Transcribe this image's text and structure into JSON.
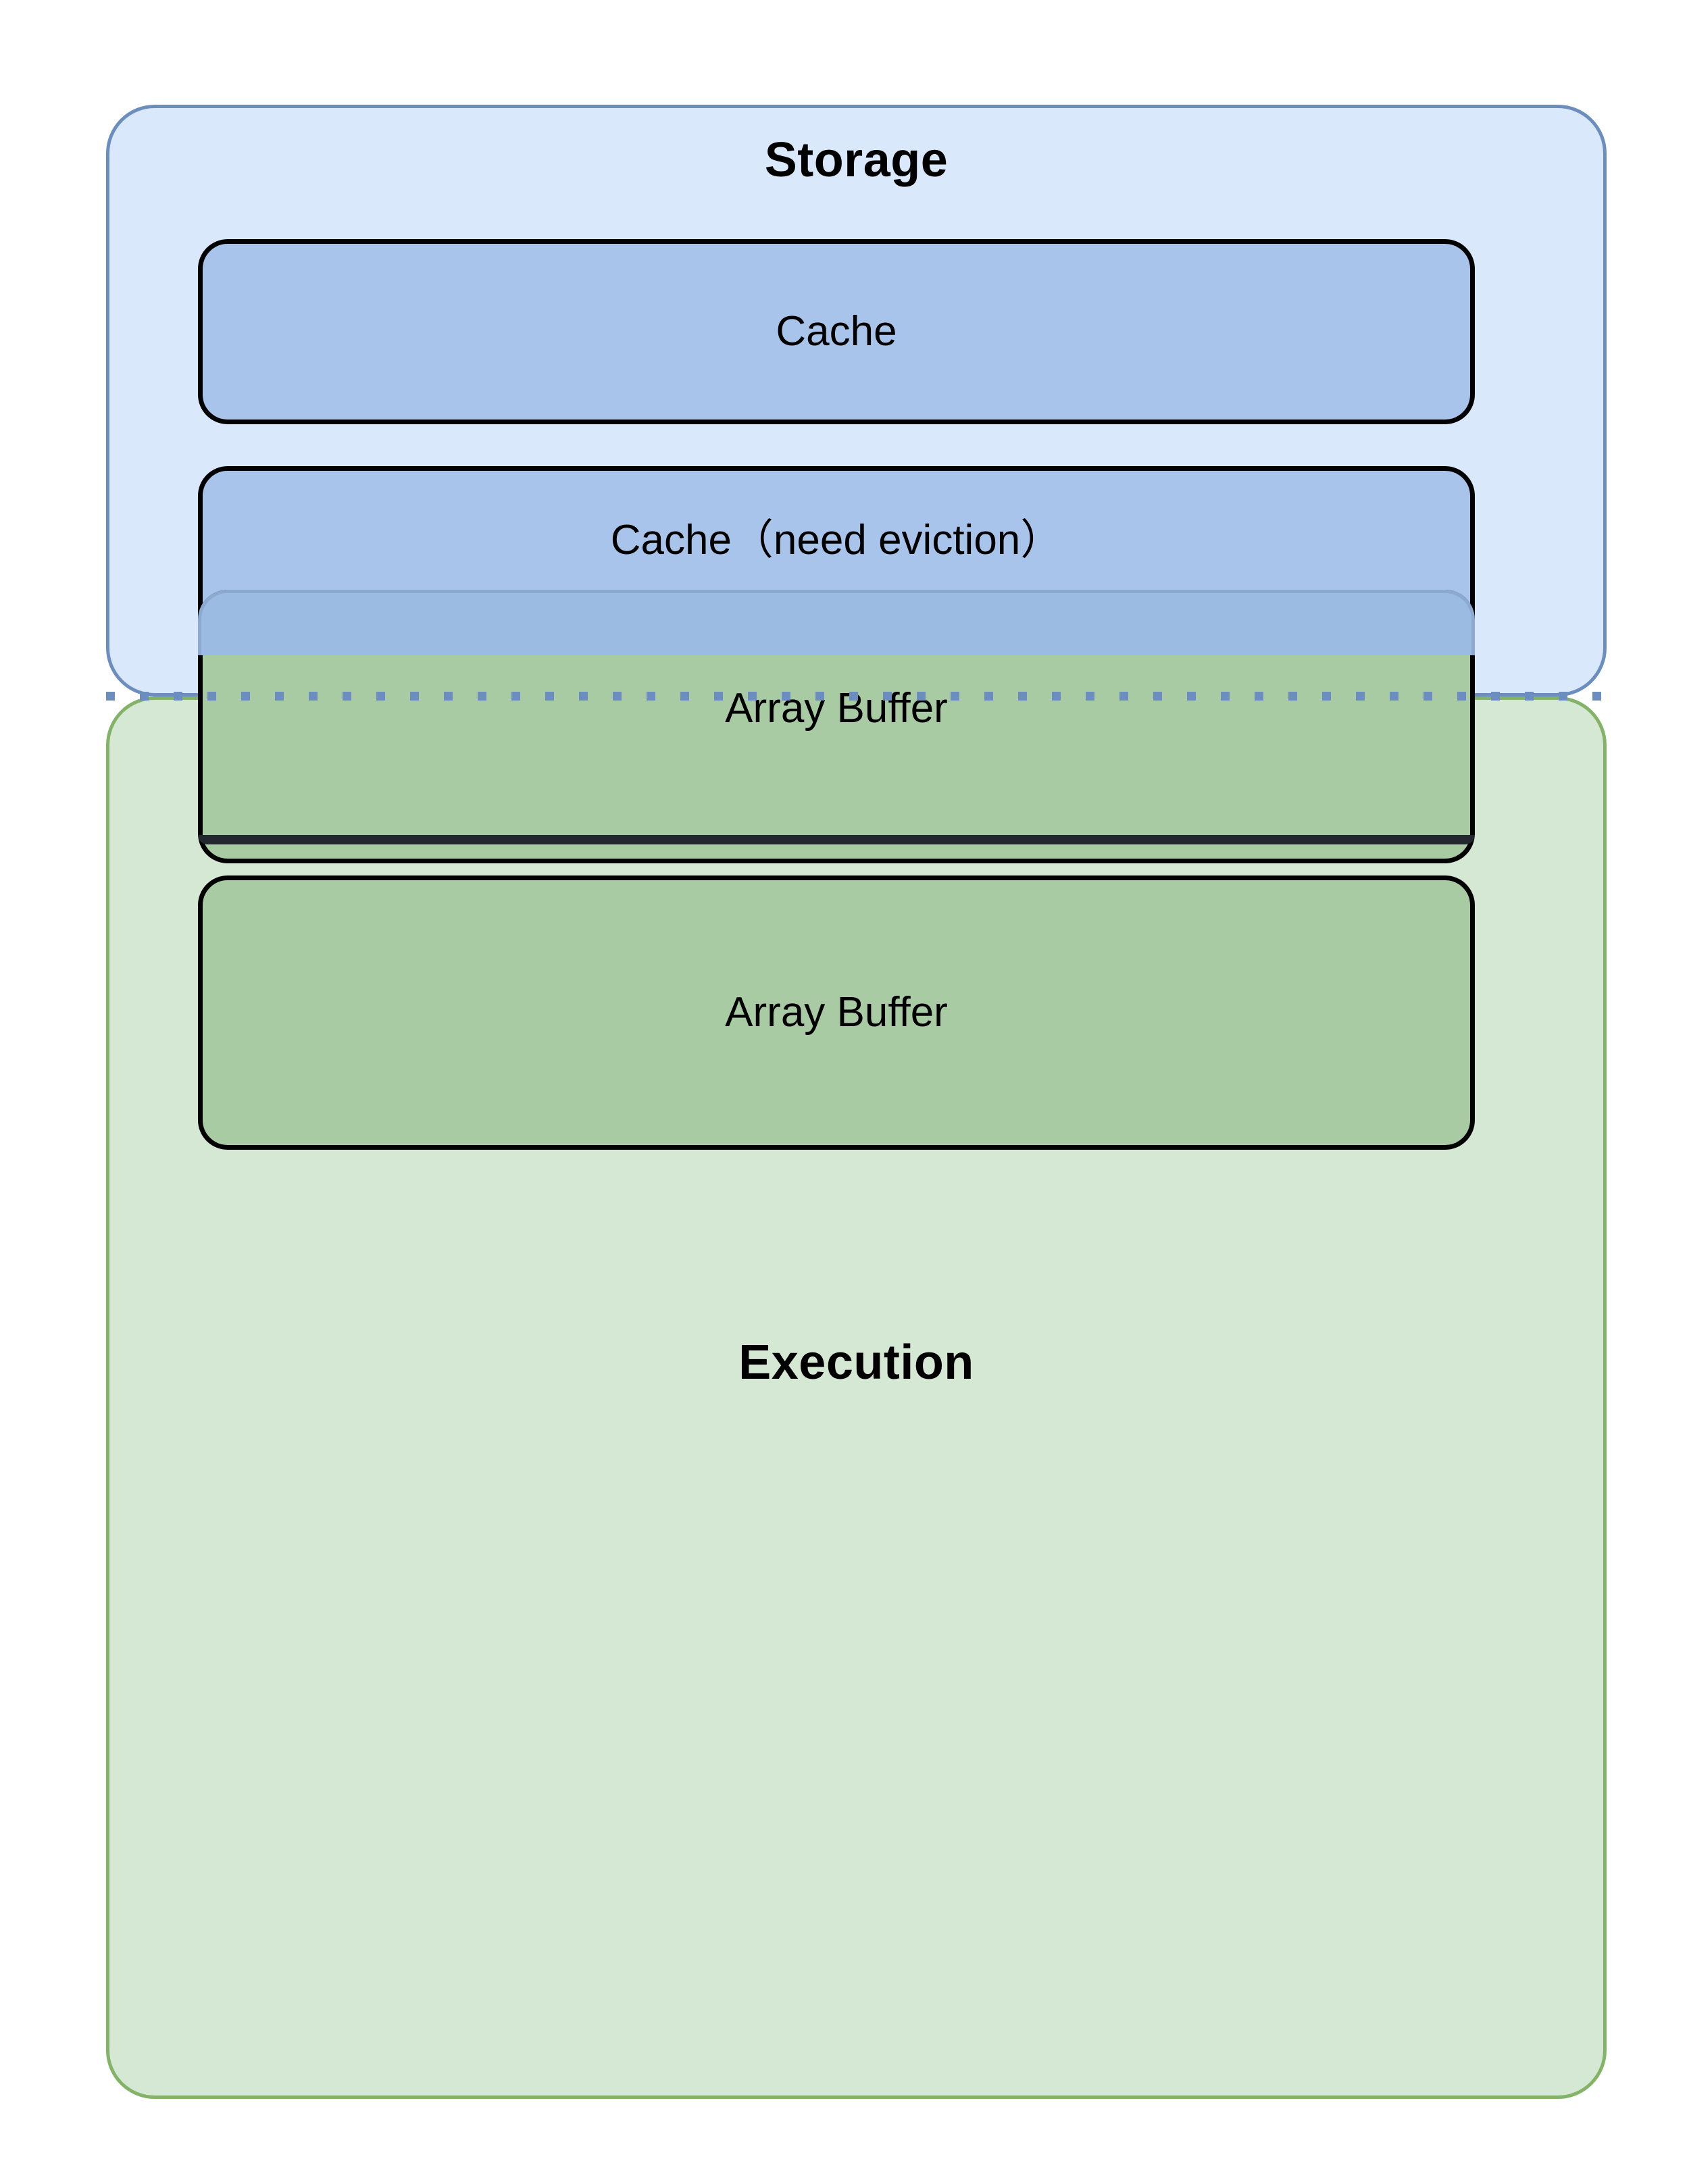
{
  "diagram": {
    "title_storage": "Storage",
    "title_execution": "Execution",
    "containers": [
      {
        "id": "storage",
        "label": "Storage",
        "fill": "#dae8fc",
        "stroke": "#6c8ebf"
      },
      {
        "id": "execution",
        "label": "Execution",
        "fill": "#d5e8d4",
        "stroke": "#82b366"
      }
    ],
    "boxes": [
      {
        "id": "cache",
        "label": "Cache",
        "fill": "#a9c4eb",
        "stroke": "#000000",
        "parent": "storage"
      },
      {
        "id": "cache-need-eviction",
        "label": "Cache（need eviction）",
        "fill": "#a9c4eb",
        "stroke": "#000000",
        "parent": "storage"
      },
      {
        "id": "array-buffer-1",
        "label": "Array Buffer",
        "fill": "#a9cba3",
        "stroke": "#000000",
        "parent": "execution"
      },
      {
        "id": "array-buffer-2",
        "label": "Array Buffer",
        "fill": "#a9cba3",
        "stroke": "#000000",
        "parent": "execution"
      }
    ],
    "separator": {
      "style": "dotted",
      "color": "#6c8ebf"
    }
  }
}
